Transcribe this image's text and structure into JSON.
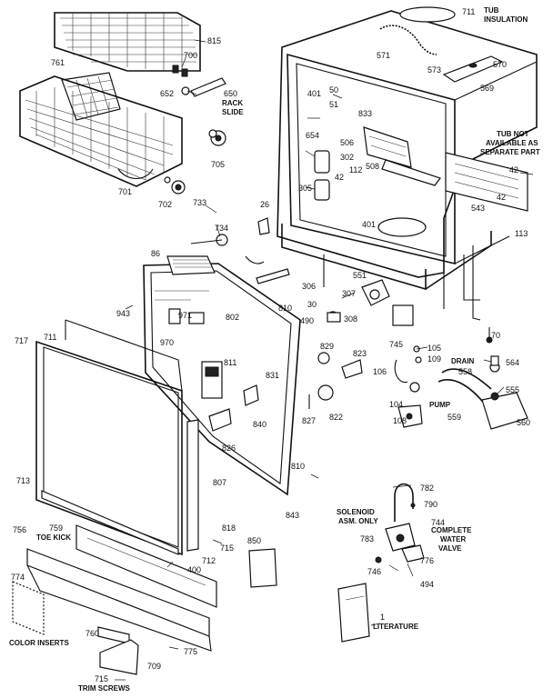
{
  "captions": {
    "tub_insulation": [
      "TUB",
      "INSULATION"
    ],
    "tub_not_available": [
      "TUB NOT",
      "AVAILABLE AS",
      "SEPARATE PART"
    ],
    "rack_slide": [
      "RACK",
      "SLIDE"
    ],
    "toe_kick": "TOE KICK",
    "color_inserts": "COLOR INSERTS",
    "trim_screws": "TRIM SCREWS",
    "drain": "DRAIN",
    "pump": "PUMP",
    "solenoid": [
      "SOLENOID",
      "ASM. ONLY"
    ],
    "complete_water_valve": [
      "COMPLETE",
      "WATER",
      "VALVE"
    ],
    "literature": "LITERATURE"
  },
  "part_numbers": {
    "p711": "711",
    "p815": "815",
    "p700": "700",
    "p761": "761",
    "p652": "652",
    "p650": "650",
    "p705": "705",
    "p701": "701",
    "p702": "702",
    "p733": "733",
    "p571": "571",
    "p573": "573",
    "p570": "570",
    "p569": "569",
    "p401a": "401",
    "p50": "50",
    "p51": "51",
    "p833": "833",
    "p654": "654",
    "p506": "506",
    "p302": "302",
    "p305": "305",
    "p42a": "42",
    "p112": "112",
    "p508": "508",
    "p42b": "42",
    "p543": "543",
    "p42c": "42",
    "p113": "113",
    "p26": "26",
    "p734": "734",
    "p86": "86",
    "p401b": "401",
    "p306": "306",
    "p551": "551",
    "p307": "307",
    "p30": "30",
    "p810a": "810",
    "p490": "490",
    "p308": "308",
    "p745": "745",
    "p70": "70",
    "p564": "564",
    "p555": "555",
    "p558": "558",
    "p105": "105",
    "p109": "109",
    "p943": "943",
    "p971": "971",
    "p802": "802",
    "p970": "970",
    "p717": "717",
    "p711b": "711",
    "p829": "829",
    "p823": "823",
    "p106": "106",
    "p811": "811",
    "p831": "831",
    "p104": "104",
    "p108": "108",
    "p827": "827",
    "p822": "822",
    "p840": "840",
    "p559": "559",
    "p560": "560",
    "p826": "826",
    "p713": "713",
    "p810b": "810",
    "p807": "807",
    "p782": "782",
    "p790": "790",
    "p843": "843",
    "p756": "756",
    "p759": "759",
    "p818": "818",
    "p850": "850",
    "p744": "744",
    "p783": "783",
    "p715a": "715",
    "p712": "712",
    "p400": "400",
    "p776": "776",
    "p746": "746",
    "p494": "494",
    "p774": "774",
    "p1": "1",
    "p760": "760",
    "p775": "775",
    "p709": "709",
    "p715b": "715"
  }
}
